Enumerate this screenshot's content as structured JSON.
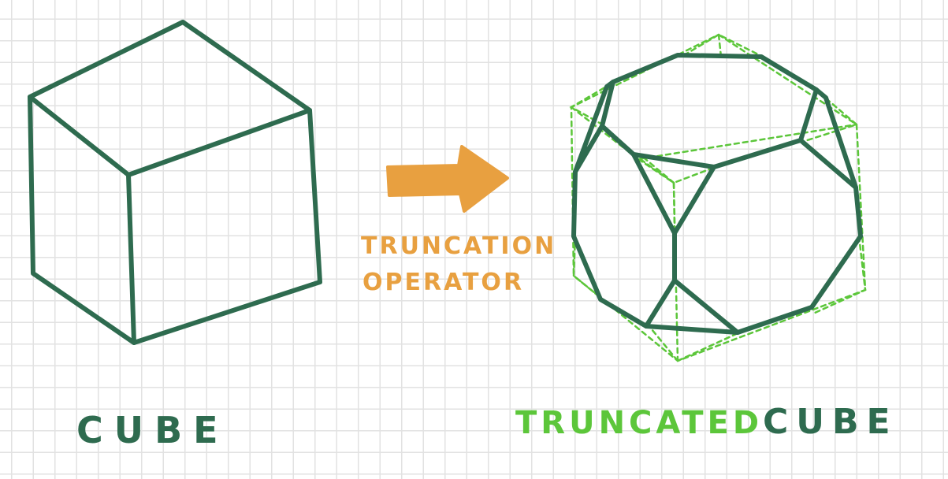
{
  "labels": {
    "cube": "CUBE",
    "operator_line1": "TRUNCATION",
    "operator_line2": "OPERATOR",
    "result_word1": "TRUNCATED",
    "result_word2": "CUBE"
  },
  "colors": {
    "ink": "#2e6b4f",
    "arrow": "#e8a040",
    "dashed": "#5cc63a",
    "grid": "#e2e2e2"
  },
  "icons": {
    "arrow": "right-arrow-icon"
  }
}
